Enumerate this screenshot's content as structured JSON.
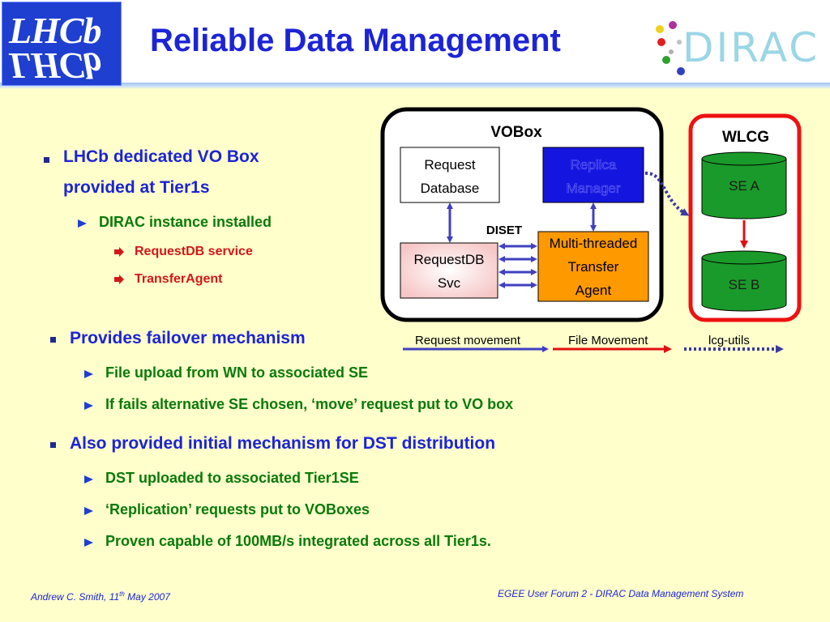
{
  "header": {
    "title": "Reliable Data Management",
    "lhcb_logo_text": "LHCb",
    "dirac_logo_text": "DIRAC"
  },
  "bullets": {
    "b1_line1": "LHCb dedicated VO Box",
    "b1_line2": "provided at Tier1s",
    "b1_sub1": "DIRAC instance installed",
    "b1_sub1_a": "RequestDB service",
    "b1_sub1_b": "TransferAgent",
    "b2": "Provides failover mechanism",
    "b2_sub1": "File upload from WN to associated SE",
    "b2_sub2": "If fails alternative SE chosen, ‘move’ request put to VO box",
    "b3": "Also provided initial mechanism for DST distribution",
    "b3_sub1": "DST uploaded to associated Tier1SE",
    "b3_sub2": "‘Replication’ requests put to VOBoxes",
    "b3_sub3": "Proven capable of 100MB/s integrated across all Tier1s."
  },
  "diagram": {
    "vobox_label": "VOBox",
    "wlcg_label": "WLCG",
    "request_database": [
      "Request",
      "Database"
    ],
    "replica_manager": [
      "Replica",
      "Manager"
    ],
    "diset_label": "DISET",
    "requestdb_svc": [
      "RequestDB",
      "Svc"
    ],
    "transfer_agent": [
      "Multi-threaded",
      "Transfer",
      "Agent"
    ],
    "se_a": "SE A",
    "se_b": "SE B"
  },
  "legend": {
    "request_movement": "Request movement",
    "file_movement": "File Movement",
    "lcg_utils": "lcg-utils"
  },
  "footer": {
    "author": "Andrew C. Smith,  11",
    "author_sup": "th",
    "date": " May 2007",
    "event": "EGEE User Forum 2  - DIRAC Data Management System"
  },
  "colors": {
    "title_blue": "#1c24d6",
    "level2_green": "#0a7a0a",
    "level3_red": "#d11818",
    "background": "#ffffcc",
    "replica_manager_fill": "#1515e0",
    "transfer_agent_fill": "#ff9900",
    "se_fill": "#1a9a2a",
    "wlcg_border": "#ee1111",
    "request_arrow": "#4040c0",
    "file_arrow": "#e01010"
  }
}
